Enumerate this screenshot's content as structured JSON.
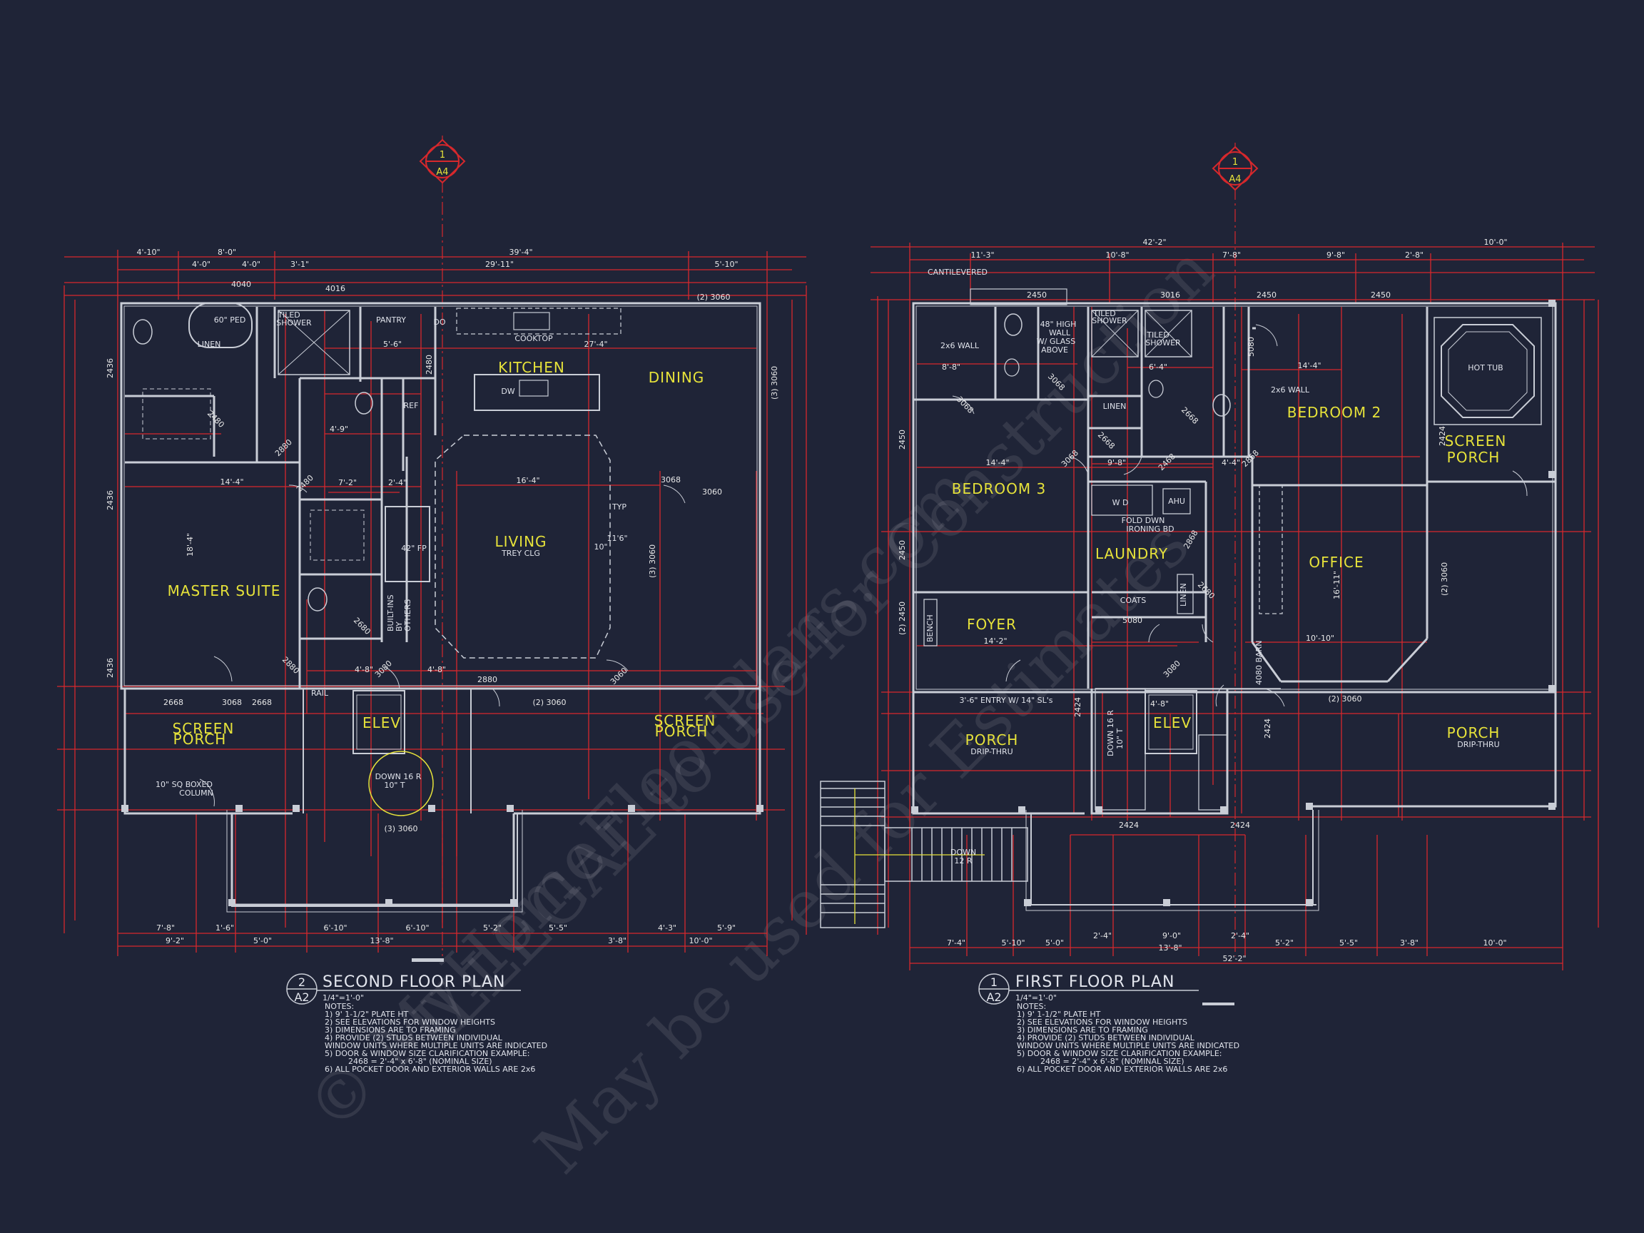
{
  "section_markers": [
    {
      "id": "1",
      "sheet": "A4"
    },
    {
      "id": "1",
      "sheet": "A4"
    }
  ],
  "second_floor": {
    "title": "SECOND FLOOR PLAN",
    "view_id": "2",
    "sheet": "A2",
    "scale": "1/4\"=1'-0\"",
    "notes": [
      "NOTES:",
      "1) 9' 1-1/2\" PLATE HT",
      "2) SEE ELEVATIONS FOR WINDOW HEIGHTS",
      "3) DIMENSIONS ARE TO FRAMING",
      "4) PROVIDE (2) STUDS BETWEEN INDIVIDUAL",
      "WINDOW UNITS WHERE MULTIPLE UNITS ARE INDICATED",
      "5) DOOR & WINDOW SIZE CLARIFICATION EXAMPLE:",
      "2468 = 2'-4\" x 6'-8\" (NOMINAL SIZE)",
      "6) ALL POCKET DOOR AND EXTERIOR WALLS ARE 2x6"
    ],
    "rooms": {
      "kitchen": "KITCHEN",
      "dining": "DINING",
      "living": "LIVING",
      "living_sub": "TREY CLG",
      "master": "MASTER SUITE",
      "screen_porch_left_1": "SCREEN",
      "screen_porch_left_2": "PORCH",
      "screen_porch_right_1": "SCREEN",
      "screen_porch_right_2": "PORCH",
      "elev": "ELEV"
    },
    "labels": {
      "ped": "60\" PED",
      "linen": "LINEN",
      "tiled_shower": "TILED",
      "tiled_shower_2": "SHOWER",
      "pantry": "PANTRY",
      "do": "DO",
      "cooktop": "COOKTOP",
      "dw": "DW",
      "ref": "REF",
      "fp": "42\" FP",
      "builtins_1": "BUILT-INS",
      "builtins_2": "BY",
      "builtins_3": "OTHERS",
      "rail": "RAIL",
      "down": "DOWN 16 R",
      "down_t": "10\" T",
      "column_1": "10\" SQ BOXED",
      "column_2": "COLUMN",
      "typ": "TYP",
      "ten": "10\"",
      "eleven": "11'6\""
    },
    "sizes": {
      "w4040": "4040",
      "w4016": "4016",
      "w3060_top": "(2) 3060",
      "w3060_dining": "(3) 3060",
      "w3060_living": "(3) 3060",
      "w3060_bottom": "(3) 3060",
      "w3060_porch": "(2) 3060",
      "d3068": "3068",
      "d3068b": "3068",
      "d3060": "3060",
      "d2880": "2880",
      "d2880b": "2880",
      "d2880c": "2880",
      "d2668a": "2668",
      "d2668b": "2668",
      "d2480a": "2480",
      "d2480b": "2480",
      "d2480c": "2480",
      "d2680": "2680",
      "d3080": "3080",
      "d3060e": "3060",
      "w2436a": "2436",
      "w2436b": "2436",
      "w2436c": "2436",
      "w3060r": "3060"
    },
    "dims_top": [
      "4'-10\"",
      "8'-0\"",
      "39'-4\"",
      "4'-0\"",
      "4'-0\"",
      "3'-1\"",
      "29'-11\"",
      "5'-10\""
    ],
    "dims_bottom": [
      "7'-8\"",
      "1'-6\"",
      "6'-10\"",
      "6'-10\"",
      "5'-2\"",
      "5'-5\"",
      "4'-3\"",
      "5'-9\"",
      "9'-2\"",
      "5'-0\"",
      "13'-8\"",
      "3'-8\"",
      "10'-0\""
    ],
    "dims_interior": [
      "14'-4\"",
      "18'-4\"",
      "16'-4\"",
      "27'-4\"",
      "2'-4\"",
      "7'-2\"",
      "5'-6\"",
      "4'-8\"",
      "4'-8\"",
      "4'-9\""
    ]
  },
  "first_floor": {
    "title": "FIRST FLOOR PLAN",
    "view_id": "1",
    "sheet": "A2",
    "scale": "1/4\"=1'-0\"",
    "notes": [
      "NOTES:",
      "1) 9' 1-1/2\" PLATE HT",
      "2) SEE ELEVATIONS FOR WINDOW HEIGHTS",
      "3) DIMENSIONS ARE TO FRAMING",
      "4) PROVIDE (2) STUDS BETWEEN INDIVIDUAL",
      "WINDOW UNITS WHERE MULTIPLE UNITS ARE INDICATED",
      "5) DOOR & WINDOW SIZE CLARIFICATION EXAMPLE:",
      "2468 = 2'-4\" x 6'-8\" (NOMINAL SIZE)",
      "6) ALL POCKET DOOR AND EXTERIOR WALLS ARE 2x6"
    ],
    "rooms": {
      "bedroom3": "BEDROOM 3",
      "bedroom2": "BEDROOM 2",
      "office": "OFFICE",
      "foyer": "FOYER",
      "laundry": "LAUNDRY",
      "porch_left": "PORCH",
      "porch_left_sub": "DRIP-THRU",
      "porch_right": "PORCH",
      "porch_right_sub": "DRIP-THRU",
      "screen_porch_1": "SCREEN",
      "screen_porch_2": "PORCH",
      "elev": "ELEV"
    },
    "labels": {
      "cantilevered": "CANTILEVERED",
      "wall_2x6": "2x6 WALL",
      "high_wall_1": "48\" HIGH",
      "high_wall_2": "WALL",
      "high_wall_3": "W/ GLASS",
      "high_wall_4": "ABOVE",
      "tiled_shower_a1": "TILED",
      "tiled_shower_a2": "SHOWER",
      "tiled_shower_b1": "TILED",
      "tiled_shower_b2": "SHOWER",
      "linen": "LINEN",
      "linen2": "LINEN",
      "wall_2x6_b": "2x6 WALL",
      "hot_tub": "HOT TUB",
      "ahu": "AHU",
      "wd": "W    D",
      "fold_1": "FOLD DWN",
      "fold_2": "IRONING BD",
      "coats": "COATS",
      "bench": "BENCH",
      "barn": "4080 BARN",
      "entry": "3'-6\" ENTRY W/ 14\" SL's",
      "down": "DOWN 16 R",
      "down_t": "10\" T",
      "stair_down": "DOWN",
      "stair_r": "12 R"
    },
    "sizes": {
      "w2450a": "2450",
      "w3016": "3016",
      "w2450b": "2450",
      "w2450c": "2450",
      "w2450d": "2450",
      "w2450e": "2450",
      "w2450f": "(2) 2450",
      "d3068a": "3068",
      "d3068b": "3068",
      "d3068c": "3068",
      "d2668a": "2668",
      "d2668b": "2668",
      "d2868": "2868",
      "d2468": "2468",
      "d2868b": "2868",
      "d2680": "2680",
      "d5080a": "5080",
      "d5080b": "5080",
      "d3080": "3080",
      "d3060": "(2) 3060",
      "w3060r": "(2) 3060",
      "w2424a": "2424",
      "w2424b": "2424",
      "w2424c": "2424",
      "w2424d": "2424",
      "w2424e": "2424"
    },
    "dims_top": [
      "42'-2\"",
      "10'-0\"",
      "11'-3\"",
      "10'-8\"",
      "7'-8\"",
      "9'-8\"",
      "2'-8\""
    ],
    "dims_bottom": [
      "7'-4\"",
      "5'-10\"",
      "5'-0\"",
      "2'-4\"",
      "9'-0\"",
      "2'-4\"",
      "5'-2\"",
      "5'-5\"",
      "3'-8\"",
      "10'-0\"",
      "13'-8\"",
      "52'-2\""
    ],
    "dims_interior": [
      "14'-4\"",
      "14'-2\"",
      "16'-11\"",
      "10'-10\"",
      "9'-8\"",
      "14'-4\"",
      "8'-8\"",
      "6'-4\"",
      "4'-8\"",
      "4'-4\""
    ]
  },
  "watermark": [
    "© MyHomeFloorPlans.com",
    "ILLEGAL to use for Construction",
    "May be used for Estimates"
  ],
  "colors": {
    "background": "#1f2437",
    "walls": "#c9cdd6",
    "dimensions": "#d6282c",
    "room_labels": "#e6e23a"
  }
}
